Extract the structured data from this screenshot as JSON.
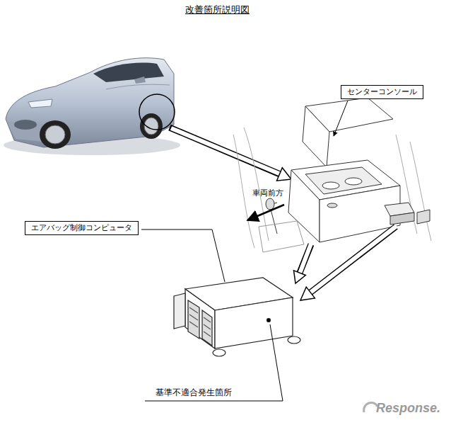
{
  "diagram": {
    "title": "改善箇所説明図",
    "nodes": [
      {
        "text": [
          "センターコンソール"
        ]
      },
      {
        "text": [
          "エアバッグ制御コンピュータ"
        ]
      }
    ],
    "labels": [
      "車両前方",
      "基準不適合発生箇所",
      "Response."
    ]
  }
}
